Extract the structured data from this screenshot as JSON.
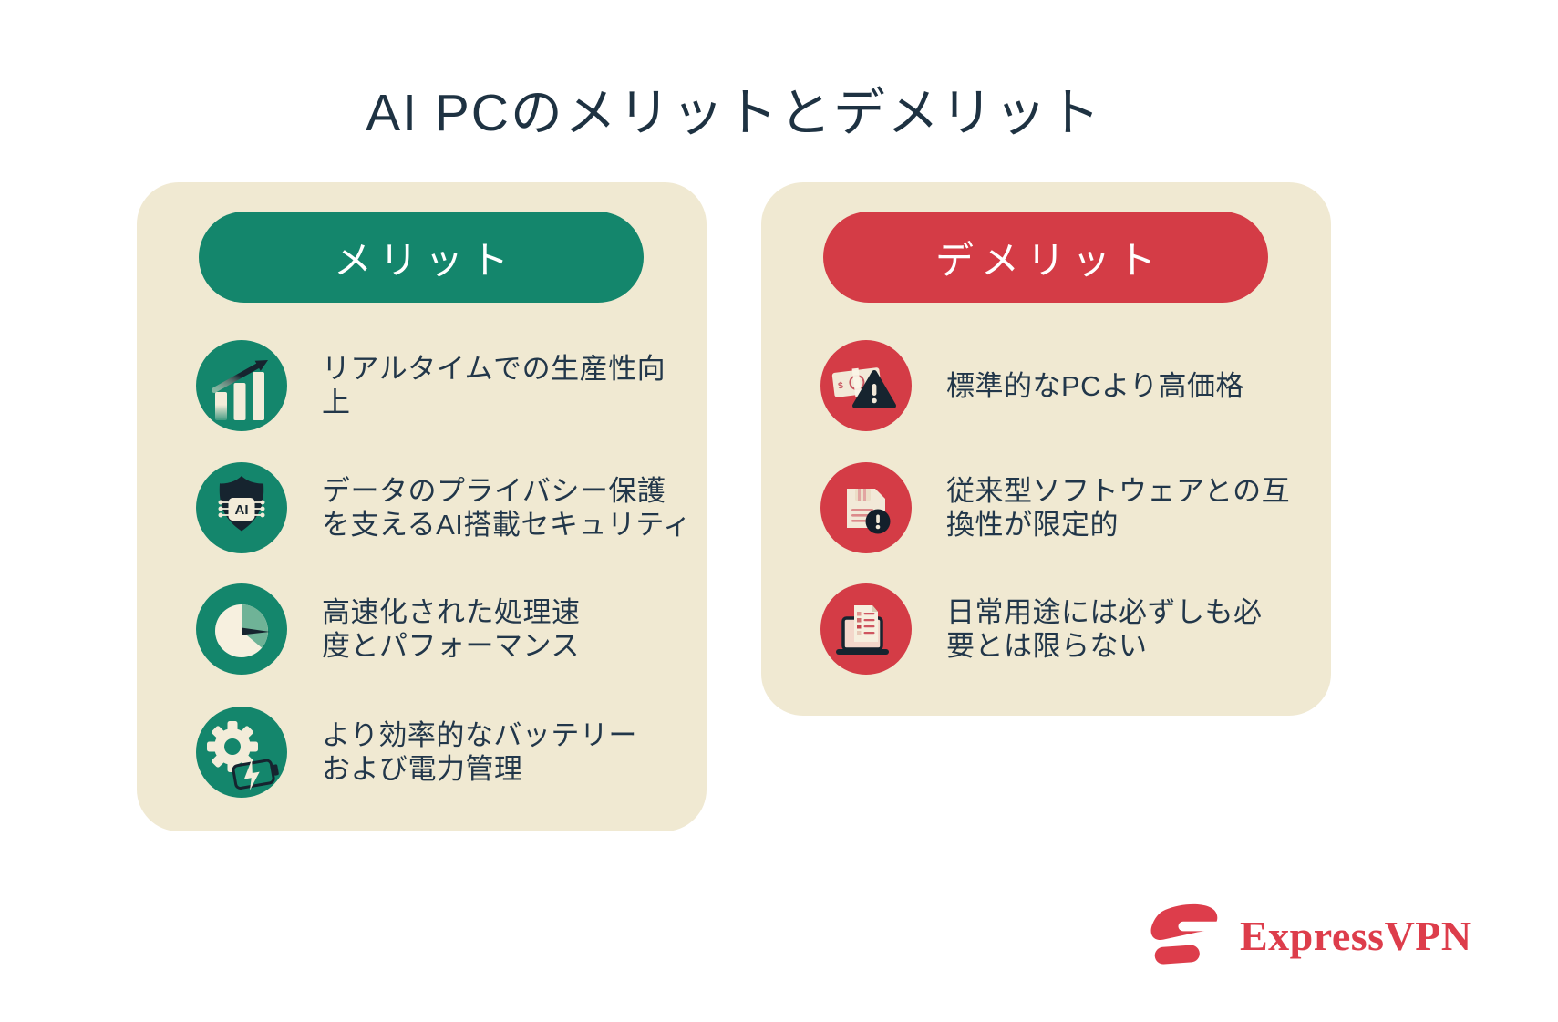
{
  "page": {
    "title": "AI PCのメリットとデメリット"
  },
  "colors": {
    "background": "#ffffff",
    "panel_beige": "#f0e9d2",
    "merit_green": "#14866c",
    "demerit_red": "#d43c46",
    "navy_text": "#1e3242",
    "icon_navy": "#16242f",
    "icon_cream": "#f3ecd9",
    "brand_red": "#dd3d4b"
  },
  "merits": {
    "header": "メリット",
    "items": [
      {
        "icon": "bar-chart-growth-icon",
        "text": "リアルタイムでの生産性向上"
      },
      {
        "icon": "ai-shield-icon",
        "text": "データのプライバシー保護\nを支えるAI搭載セキュリティ"
      },
      {
        "icon": "speedometer-icon",
        "text": "高速化された処理速\n度とパフォーマンス"
      },
      {
        "icon": "gear-battery-icon",
        "text": "より効率的なバッテリー\nおよび電力管理"
      }
    ]
  },
  "demerits": {
    "header": "デメリット",
    "items": [
      {
        "icon": "money-warning-icon",
        "text": "標準的なPCより高価格"
      },
      {
        "icon": "floppy-warning-icon",
        "text": "従来型ソフトウェアとの互\n換性が限定的"
      },
      {
        "icon": "laptop-checklist-icon",
        "text": "日常用途には必ずしも必\n要とは限らない"
      }
    ]
  },
  "footer": {
    "brand": "ExpressVPN"
  }
}
